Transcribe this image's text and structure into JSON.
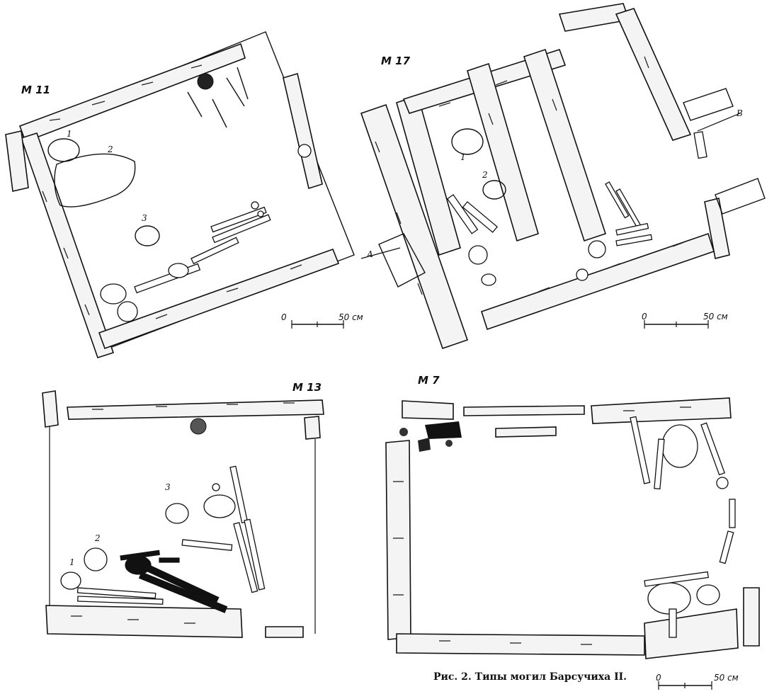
{
  "figure": {
    "caption": "Рис. 2. Типы могил Барсучиха II."
  },
  "graves": [
    {
      "id": "m11",
      "label": "М 11",
      "numbers": [
        "1",
        "2",
        "3"
      ],
      "scale": {
        "zero": "0",
        "end": "50 см"
      }
    },
    {
      "id": "m17",
      "label": "М 17",
      "numbers": [
        "1",
        "2"
      ],
      "section_marks": [
        "А",
        "В"
      ],
      "scale": {
        "zero": "0",
        "end": "50 см"
      }
    },
    {
      "id": "m13",
      "label": "М 13",
      "numbers": [
        "1",
        "2",
        "3"
      ]
    },
    {
      "id": "m7",
      "label": "М 7",
      "scale": {
        "zero": "0",
        "end": "50 см"
      }
    }
  ]
}
